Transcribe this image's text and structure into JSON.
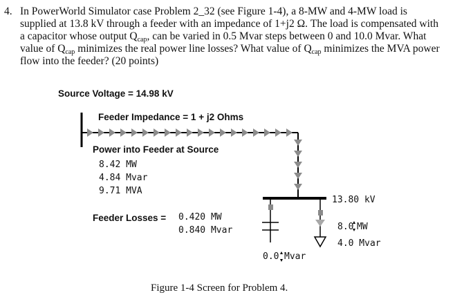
{
  "problem": {
    "number": "4.",
    "line1": "In PowerWorld Simulator case Problem 2_32 (see Figure 1-4), a 8-MW and 4-MW load is",
    "line2": "supplied at 13.8 kV through a feeder with an impedance of 1+j2 Ω. The load is compensated with",
    "line3_a": "a capacitor whose output Q",
    "line3_sub": "cap",
    "line3_b": ", can be varied in 0.5 Mvar steps between 0 and 10.0 Mvar. What",
    "line4_a": "value of Q",
    "line4_sub": "cap",
    "line4_b": " minimizes the real power line losses? What value of Q",
    "line4_sub2": "cap",
    "line4_c": " minimizes the MVA power",
    "line5": "flow into the feeder? (20 points)"
  },
  "figure": {
    "source_voltage": "Source Voltage = 14.98 kV",
    "feeder_impedance": "Feeder Impedance = 1 + j2 Ohms",
    "power_into_feeder": "Power into Feeder at Source",
    "mw": "8.42 MW",
    "mvar": "4.84 Mvar",
    "mva": "9.71 MVA",
    "feeder_losses_label": "Feeder Losses =",
    "losses_mw": "0.420 MW",
    "losses_mvar": "0.840 Mvar",
    "bus_voltage": "13.80 kV",
    "load_mw_value": "8.0",
    "load_mw_unit": "MW",
    "load_mvar": "4.0 Mvar",
    "cap_value": "0.0",
    "cap_unit": "Mvar",
    "colors": {
      "arrow_gray": "#8c8c8c",
      "breaker_gray": "#8a8a8a",
      "line": "#000000"
    }
  },
  "caption": "Figure 1-4 Screen for Problem 4."
}
